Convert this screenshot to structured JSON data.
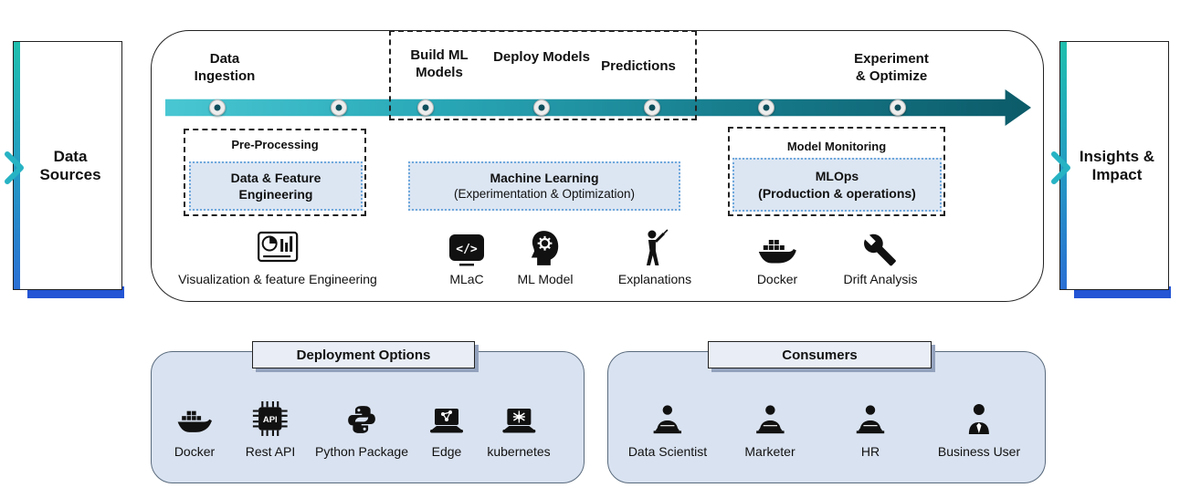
{
  "sources": {
    "label": "Data\nSources"
  },
  "insights": {
    "label": "Insights &\nImpact"
  },
  "pipeline": {
    "stages": [
      {
        "label": "Data\nIngestion"
      },
      {
        "label": "Build ML\nModels"
      },
      {
        "label": "Deploy Models"
      },
      {
        "label": "Predictions"
      },
      {
        "label": "Experiment\n& Optimize"
      }
    ],
    "preprocessing": {
      "title": "Pre-Processing",
      "line1": "Data & Feature",
      "line2": "Engineering"
    },
    "machine_learning": {
      "line1": "Machine Learning",
      "line2": "(Experimentation & Optimization)"
    },
    "monitoring": {
      "title": "Model Monitoring",
      "line1": "MLOps",
      "line2": "(Production & operations)"
    },
    "tools": [
      {
        "icon": "pie-bar-chart-icon",
        "label": "Visualization & feature Engineering"
      },
      {
        "icon": "code-window-icon",
        "label": "MLaC"
      },
      {
        "icon": "head-gear-icon",
        "label": "ML Model"
      },
      {
        "icon": "presenter-icon",
        "label": "Explanations"
      },
      {
        "icon": "docker-whale-icon",
        "label": "Docker"
      },
      {
        "icon": "wrench-icon",
        "label": "Drift Analysis"
      }
    ]
  },
  "deployment": {
    "title": "Deployment Options",
    "items": [
      {
        "icon": "docker-whale-icon",
        "label": "Docker"
      },
      {
        "icon": "api-chip-icon",
        "label": "Rest API"
      },
      {
        "icon": "python-icon",
        "label": "Python Package"
      },
      {
        "icon": "edge-device-icon",
        "label": "Edge"
      },
      {
        "icon": "kubernetes-device-icon",
        "label": "kubernetes"
      }
    ]
  },
  "consumers": {
    "title": "Consumers",
    "items": [
      {
        "icon": "person-laptop-icon",
        "label": "Data Scientist"
      },
      {
        "icon": "person-laptop-icon",
        "label": "Marketer"
      },
      {
        "icon": "person-laptop-icon",
        "label": "HR"
      },
      {
        "icon": "business-person-icon",
        "label": "Business User"
      }
    ]
  },
  "colors": {
    "arrow_gradient_start": "#49c7d2",
    "arrow_gradient_end": "#0c5b69",
    "panel_fill": "#d9e2f0",
    "callout_fill": "#dce6f3",
    "accent_blue": "#2355d4",
    "teal_chevron": "#27b3c4"
  }
}
